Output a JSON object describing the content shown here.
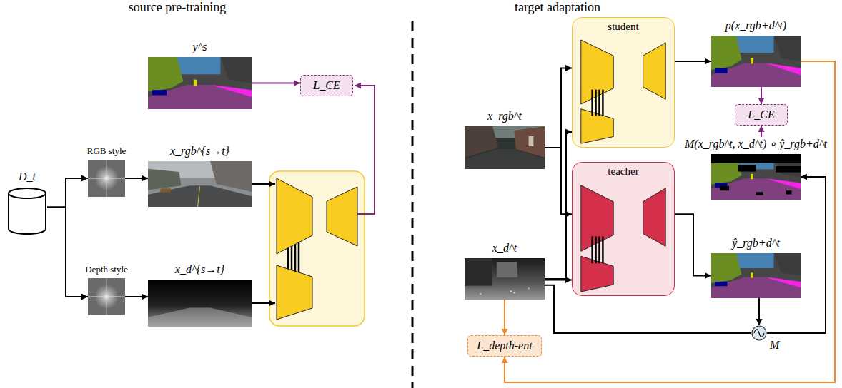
{
  "diagram": {
    "nodes": [
      {
        "text": [
          "y^s"
        ]
      },
      {
        "text": [
          "L_CE"
        ]
      },
      {
        "text": [
          "D_t"
        ]
      },
      {
        "text": [
          "RGB style"
        ]
      },
      {
        "text": [
          "x_rgb^{s→t}"
        ]
      },
      {
        "text": [
          "Depth style"
        ]
      },
      {
        "text": [
          "x_d^{s→t}"
        ]
      },
      {
        "text": [
          "student"
        ]
      },
      {
        "text": [
          "teacher"
        ]
      },
      {
        "text": [
          "x_rgb^t"
        ]
      },
      {
        "text": [
          "x_d^t"
        ]
      },
      {
        "text": [
          "p(x_rgb+d^t)"
        ]
      },
      {
        "text": [
          "L_CE"
        ]
      },
      {
        "text": [
          "M(x_rgb^t, x_d^t) ∘ ŷ_rgb+d^t"
        ]
      },
      {
        "text": [
          "ŷ_rgb+d^t"
        ]
      },
      {
        "text": [
          "M"
        ]
      },
      {
        "text": [
          "L_depth-ent"
        ]
      }
    ],
    "edges": [
      {
        "from": 0,
        "to": 1,
        "arrow": "to"
      },
      {
        "from": 2,
        "to": 3,
        "arrow": "to"
      },
      {
        "from": 3,
        "to": 4,
        "arrow": "to"
      },
      {
        "from": 2,
        "to": 5,
        "arrow": "to"
      },
      {
        "from": 5,
        "to": 6,
        "arrow": "to"
      },
      {
        "from": 9,
        "to": 7,
        "arrow": "to"
      },
      {
        "from": 9,
        "to": 8,
        "arrow": "to"
      },
      {
        "from": 10,
        "to": 7,
        "arrow": "to"
      },
      {
        "from": 10,
        "to": 8,
        "arrow": "to"
      },
      {
        "from": 7,
        "to": 11,
        "arrow": "to"
      },
      {
        "from": 8,
        "to": 14,
        "arrow": "to"
      },
      {
        "from": 11,
        "to": 12,
        "arrow": "to"
      },
      {
        "from": 13,
        "to": 12,
        "arrow": "to"
      },
      {
        "from": 14,
        "to": 15,
        "arrow": "to"
      },
      {
        "from": 10,
        "to": 15,
        "arrow": "none"
      },
      {
        "from": 15,
        "to": 13,
        "arrow": "to"
      },
      {
        "from": 10,
        "to": 16,
        "arrow": "to"
      },
      {
        "from": 11,
        "to": 16,
        "arrow": "to"
      }
    ],
    "labels": [
      "source pre-training",
      "target adaptation"
    ]
  }
}
